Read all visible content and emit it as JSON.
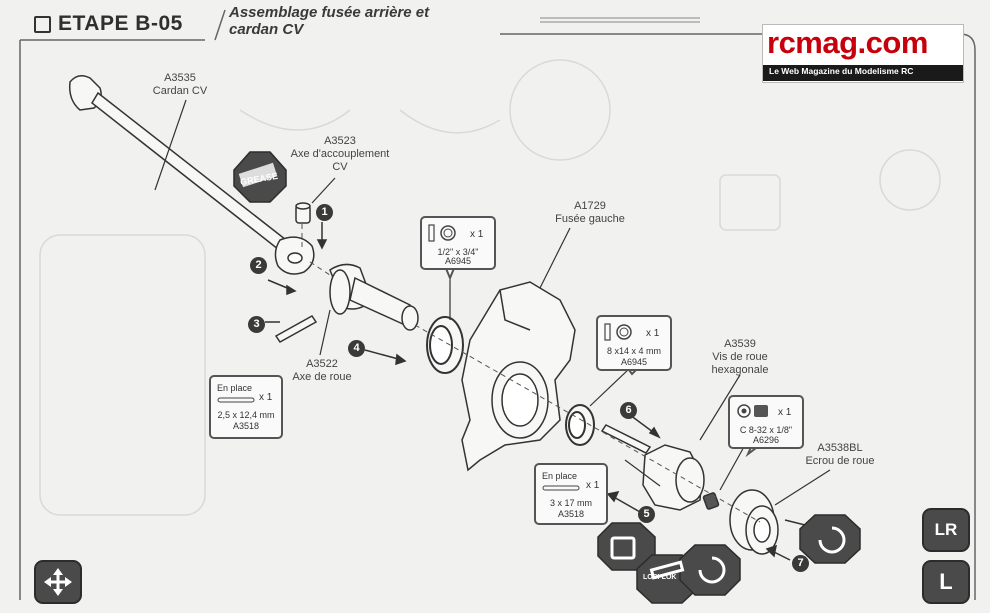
{
  "header": {
    "step": "ETAPE B-05",
    "title_line1": "Assemblage fusée arrière et",
    "title_line2": "cardan CV"
  },
  "logo": {
    "name": "rcmag.com",
    "tagline": "Le Web Magazine du Modelisme RC"
  },
  "parts": {
    "a3535": {
      "code": "A3535",
      "name": "Cardan CV"
    },
    "a3523": {
      "code": "A3523",
      "name_l1": "Axe d'accouplement",
      "name_l2": "CV"
    },
    "a1729": {
      "code": "A1729",
      "name": "Fusée gauche"
    },
    "a3522": {
      "code": "A3522",
      "name": "Axe de roue"
    },
    "a3539": {
      "code": "A3539",
      "name_l1": "Vis de roue",
      "name_l2": "hexagonale"
    },
    "a3538bl": {
      "code": "A3538BL",
      "name": "Ecrou de roue"
    }
  },
  "callouts": {
    "bearing_large": {
      "qty": "x 1",
      "size": "1/2\" x 3/4\"",
      "code": "A6945"
    },
    "bearing_small": {
      "qty": "x 1",
      "size": "8 x14 x 4 mm",
      "code": "A6945"
    },
    "setscrew": {
      "qty": "x 1",
      "size": "C 8-32 x 1/8\"",
      "code": "A6296"
    },
    "pin_small": {
      "note": "En place",
      "qty": "x 1",
      "size": "2,5 x 12,4 mm",
      "code": "A3518"
    },
    "pin_large": {
      "note": "En place",
      "qty": "x 1",
      "size": "3 x 17 mm",
      "code": "A3518"
    }
  },
  "badges": {
    "grease": "GREASE",
    "threadlock": "LOSI-LOK"
  },
  "steps": [
    "1",
    "2",
    "3",
    "4",
    "5",
    "6",
    "7"
  ],
  "nav": {
    "left_right": "LR",
    "left": "L"
  },
  "icons": [
    "move-arrows-icon",
    "grease-tube-icon",
    "threadlock-icon",
    "allen-wrench-icon",
    "rotate-arrow-icon",
    "bearing-icon",
    "setscrew-icon",
    "pin-icon"
  ],
  "colors": {
    "paper": "#f1f1ef",
    "line": "#3a3a3a",
    "badge": "#4a4a4a",
    "logo_red": "#c7000b"
  }
}
